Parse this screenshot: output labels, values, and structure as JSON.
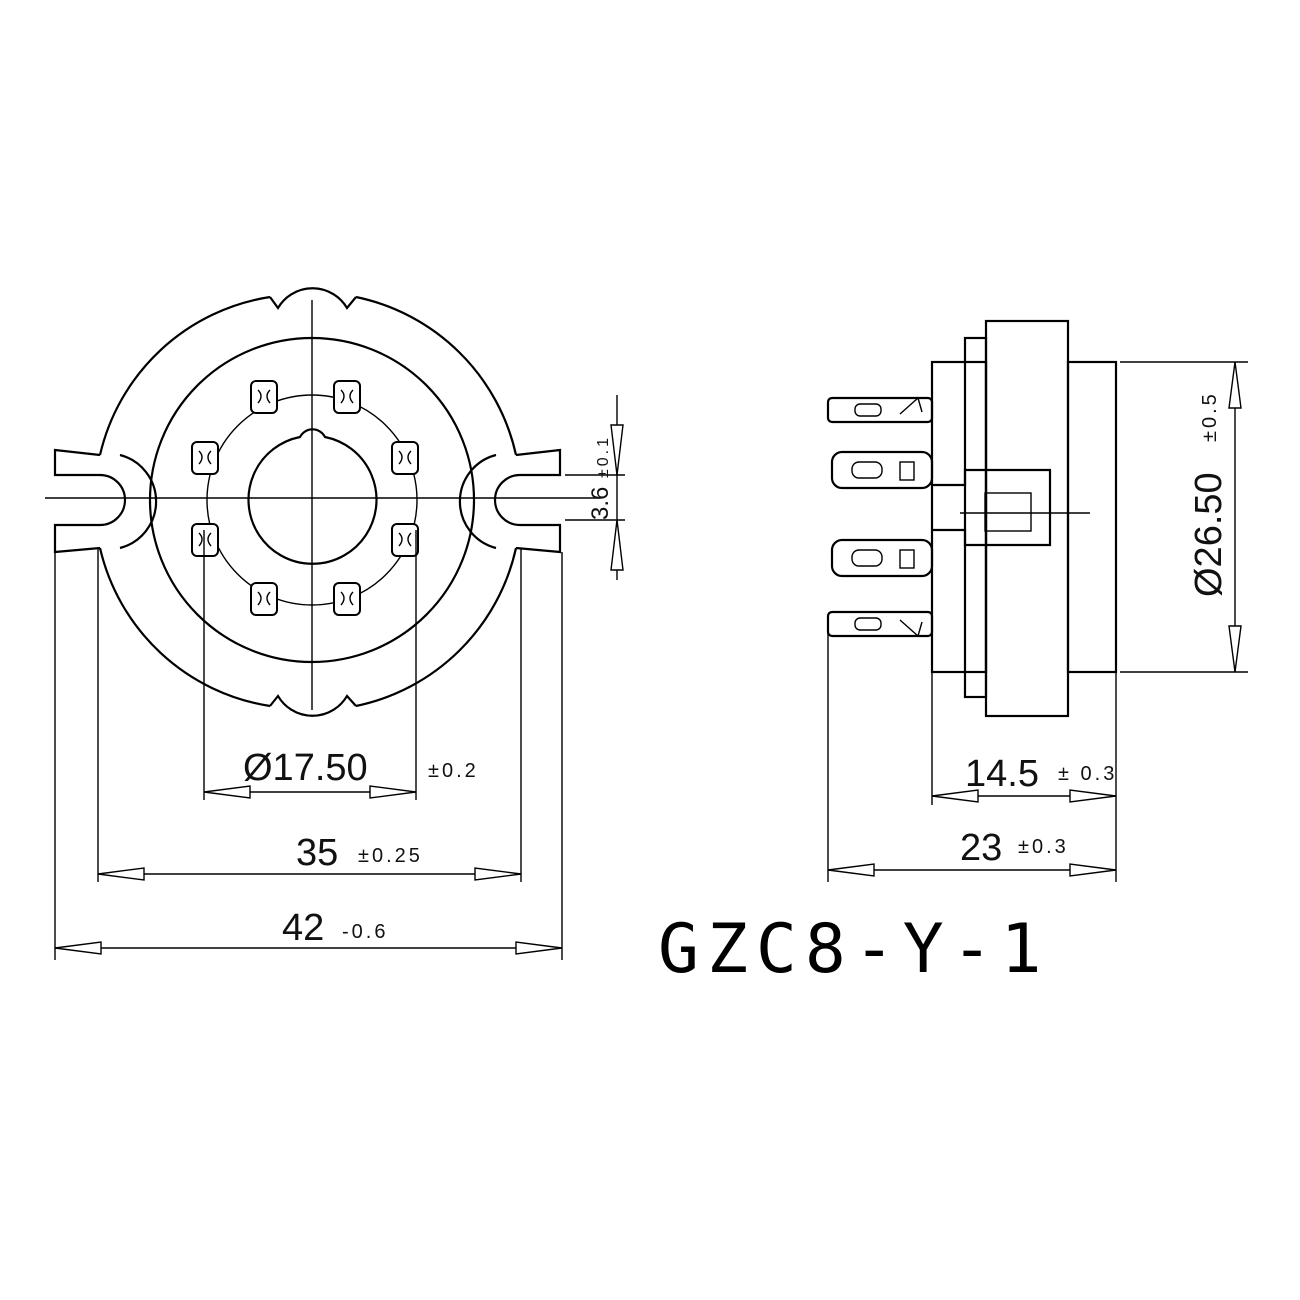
{
  "model": "GZC8-Y-1",
  "front_view": {
    "pin_count": 8,
    "dimensions": {
      "pin_circle": {
        "value": "Ø17.50",
        "tolerance": "±0.2"
      },
      "mount_pitch": {
        "value": "35",
        "tolerance": "±0.25"
      },
      "overall_width": {
        "value": "42",
        "tolerance": "-0.6"
      },
      "slot_width": {
        "value": "3.6",
        "tolerance": "±0.1"
      }
    }
  },
  "side_view": {
    "dimensions": {
      "diameter": {
        "value": "Ø26.50",
        "tolerance": "±0.5"
      },
      "body_depth": {
        "value": "14.5",
        "tolerance": "± 0.3"
      },
      "overall_depth": {
        "value": "23",
        "tolerance": "±0.3"
      }
    }
  }
}
